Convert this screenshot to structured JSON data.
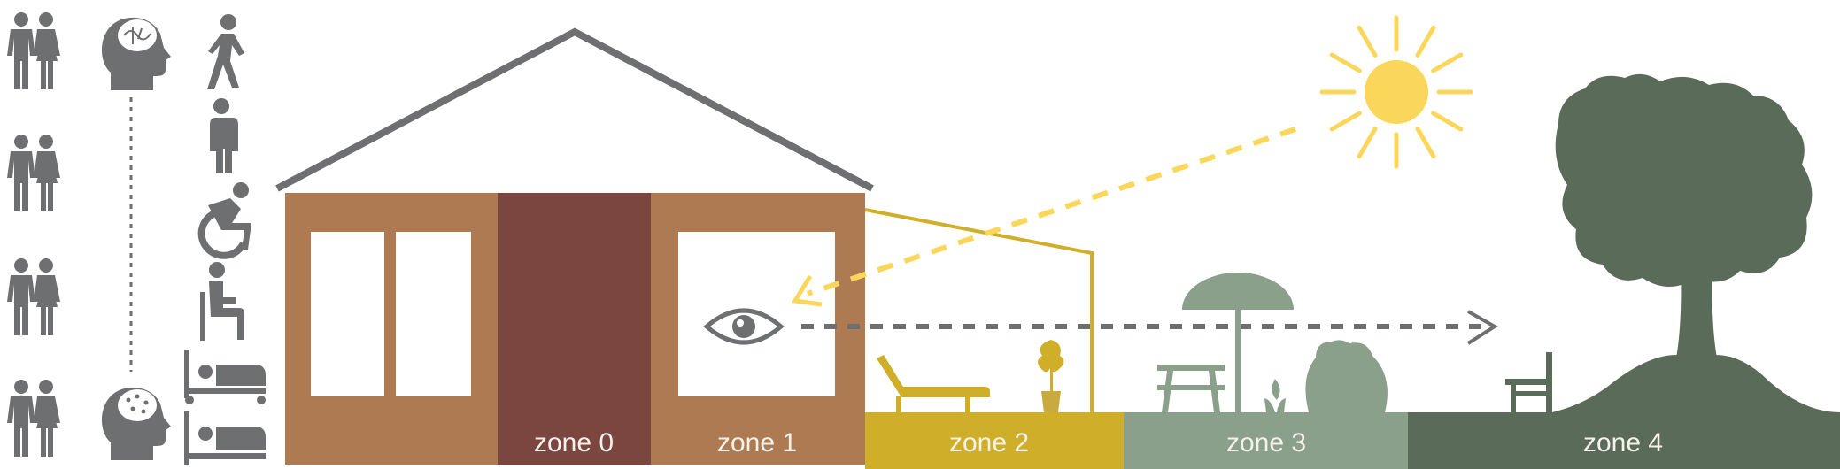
{
  "colors": {
    "icon_grey": "#6d6f70",
    "house": "#ad7a52",
    "zone0": "#7b4540",
    "zone2": "#cfaf2a",
    "zone3": "#8aa08b",
    "zone4": "#5a6b5a",
    "sun": "#fad75a"
  },
  "zones": [
    {
      "label": "zone 0"
    },
    {
      "label": "zone 1"
    },
    {
      "label": "zone 2"
    },
    {
      "label": "zone 3"
    },
    {
      "label": "zone 4"
    }
  ],
  "icons": {
    "people_pairs": [
      "couple-icon",
      "couple-icon",
      "couple-icon",
      "couple-icon"
    ],
    "cognition": [
      "healthy-brain-head-icon",
      "impaired-brain-head-icon"
    ],
    "mobility": [
      "walking-person-icon",
      "standing-person-icon",
      "wheelchair-icon",
      "seated-person-icon",
      "bed-person-icon",
      "bed-person-icon"
    ]
  }
}
